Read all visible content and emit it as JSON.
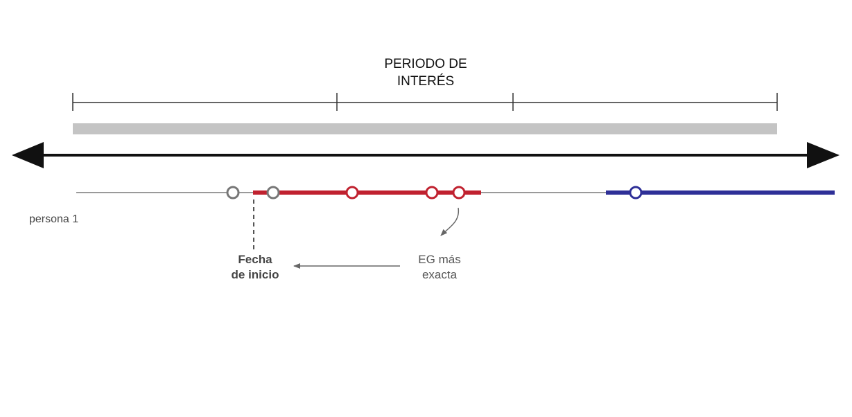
{
  "title": {
    "line1": "PERIODO DE",
    "line2": "INTERÉS"
  },
  "row_label": "persona 1",
  "start_label": {
    "line1": "Fecha",
    "line2": "de inicio"
  },
  "precise_label": {
    "line1": "EG más",
    "line2": "exacta"
  },
  "colors": {
    "axis": "#111111",
    "bracket": "#333333",
    "period_bar": "#c4c4c4",
    "baseline": "#9a9a9a",
    "grey_marker": "#777777",
    "red": "#c0212f",
    "blue": "#2e2f97",
    "annotation": "#666666"
  }
}
